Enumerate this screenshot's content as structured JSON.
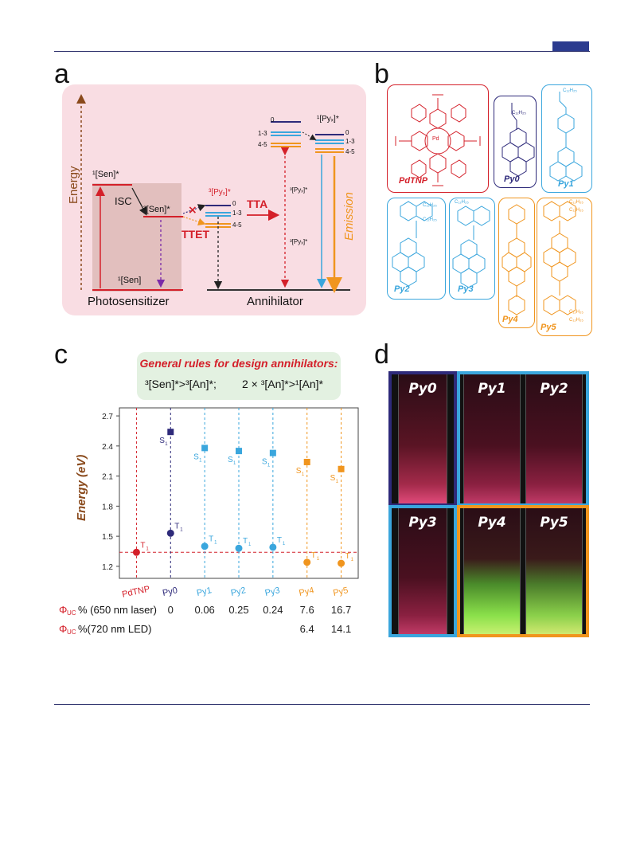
{
  "panels": {
    "a": "a",
    "b": "b",
    "c": "c",
    "d": "d"
  },
  "panel_a": {
    "energy_label": "Energy",
    "sen_singlet": "¹[Sen]*",
    "sen_triplet": "³[Sen]*",
    "sen_ground": "¹[Sen]",
    "isc": "ISC",
    "ttet": "TTET",
    "tta": "TTA",
    "py_triplet": "³[Pyₓ]*",
    "py_singlet": "¹[Pyₓ]*",
    "py_triplet_small": "³[Pyₓ]*",
    "py_triplet_small2": "³[Pyₓ]*",
    "level_0": "0",
    "level_13": "1-3",
    "level_45": "4-5",
    "emission": "Emission",
    "photosensitizer": "Photosensitizer",
    "annihilator": "Annihilator",
    "colors": {
      "sen": "#d4202a",
      "py0": "#2e2a7a",
      "py13": "#3aa6dd",
      "py45": "#f0951e",
      "bg": "#f9dde3"
    }
  },
  "panel_b": {
    "molecules": [
      "PdTNP",
      "Py0",
      "Py1",
      "Py2",
      "Py3",
      "Py4",
      "Py5"
    ],
    "substituents": {
      "c12h25": "C₁₂H₂₅",
      "pd": "Pd"
    }
  },
  "panel_c": {
    "rules_title": "General rules for design annihilators:",
    "rule1": "³[Sen]*>³[An]*;",
    "rule2": "2 × ³[An]*>¹[An]*",
    "ylabel": "Energy (eV)",
    "phi_laser_label": "Φ",
    "phi_sub": "UC",
    "phi_laser_rest": "% (650 nm laser)",
    "phi_led_rest": "%(720 nm LED)",
    "s1_label": "S",
    "t1_label": "T",
    "sub1": "1"
  },
  "chart_data": {
    "type": "scatter",
    "categories": [
      "PdTNP",
      "Py0",
      "Py1",
      "Py2",
      "Py3",
      "Py4",
      "Py5"
    ],
    "series": [
      {
        "name": "S1",
        "values": [
          null,
          2.54,
          2.38,
          2.35,
          2.33,
          2.24,
          2.17
        ]
      },
      {
        "name": "T1",
        "values": [
          1.34,
          1.53,
          1.4,
          1.38,
          1.39,
          1.24,
          1.23
        ]
      }
    ],
    "yticks": [
      1.2,
      1.5,
      1.8,
      2.1,
      2.4,
      2.7
    ],
    "ylim": [
      1.08,
      2.78
    ],
    "ylabel": "Energy (eV)",
    "phi_uc_laser": [
      "",
      "0",
      "0.06",
      "0.25",
      "0.24",
      "7.6",
      "16.7"
    ],
    "phi_uc_led": [
      "",
      "",
      "",
      "",
      "",
      "6.4",
      "14.1"
    ],
    "category_colors": [
      "#d4202a",
      "#2e2a7a",
      "#3aa6dd",
      "#3aa6dd",
      "#3aa6dd",
      "#f0951e",
      "#f0951e"
    ]
  },
  "panel_d": {
    "vials": [
      "Py0",
      "Py1",
      "Py2",
      "Py3",
      "Py4",
      "Py5"
    ]
  }
}
